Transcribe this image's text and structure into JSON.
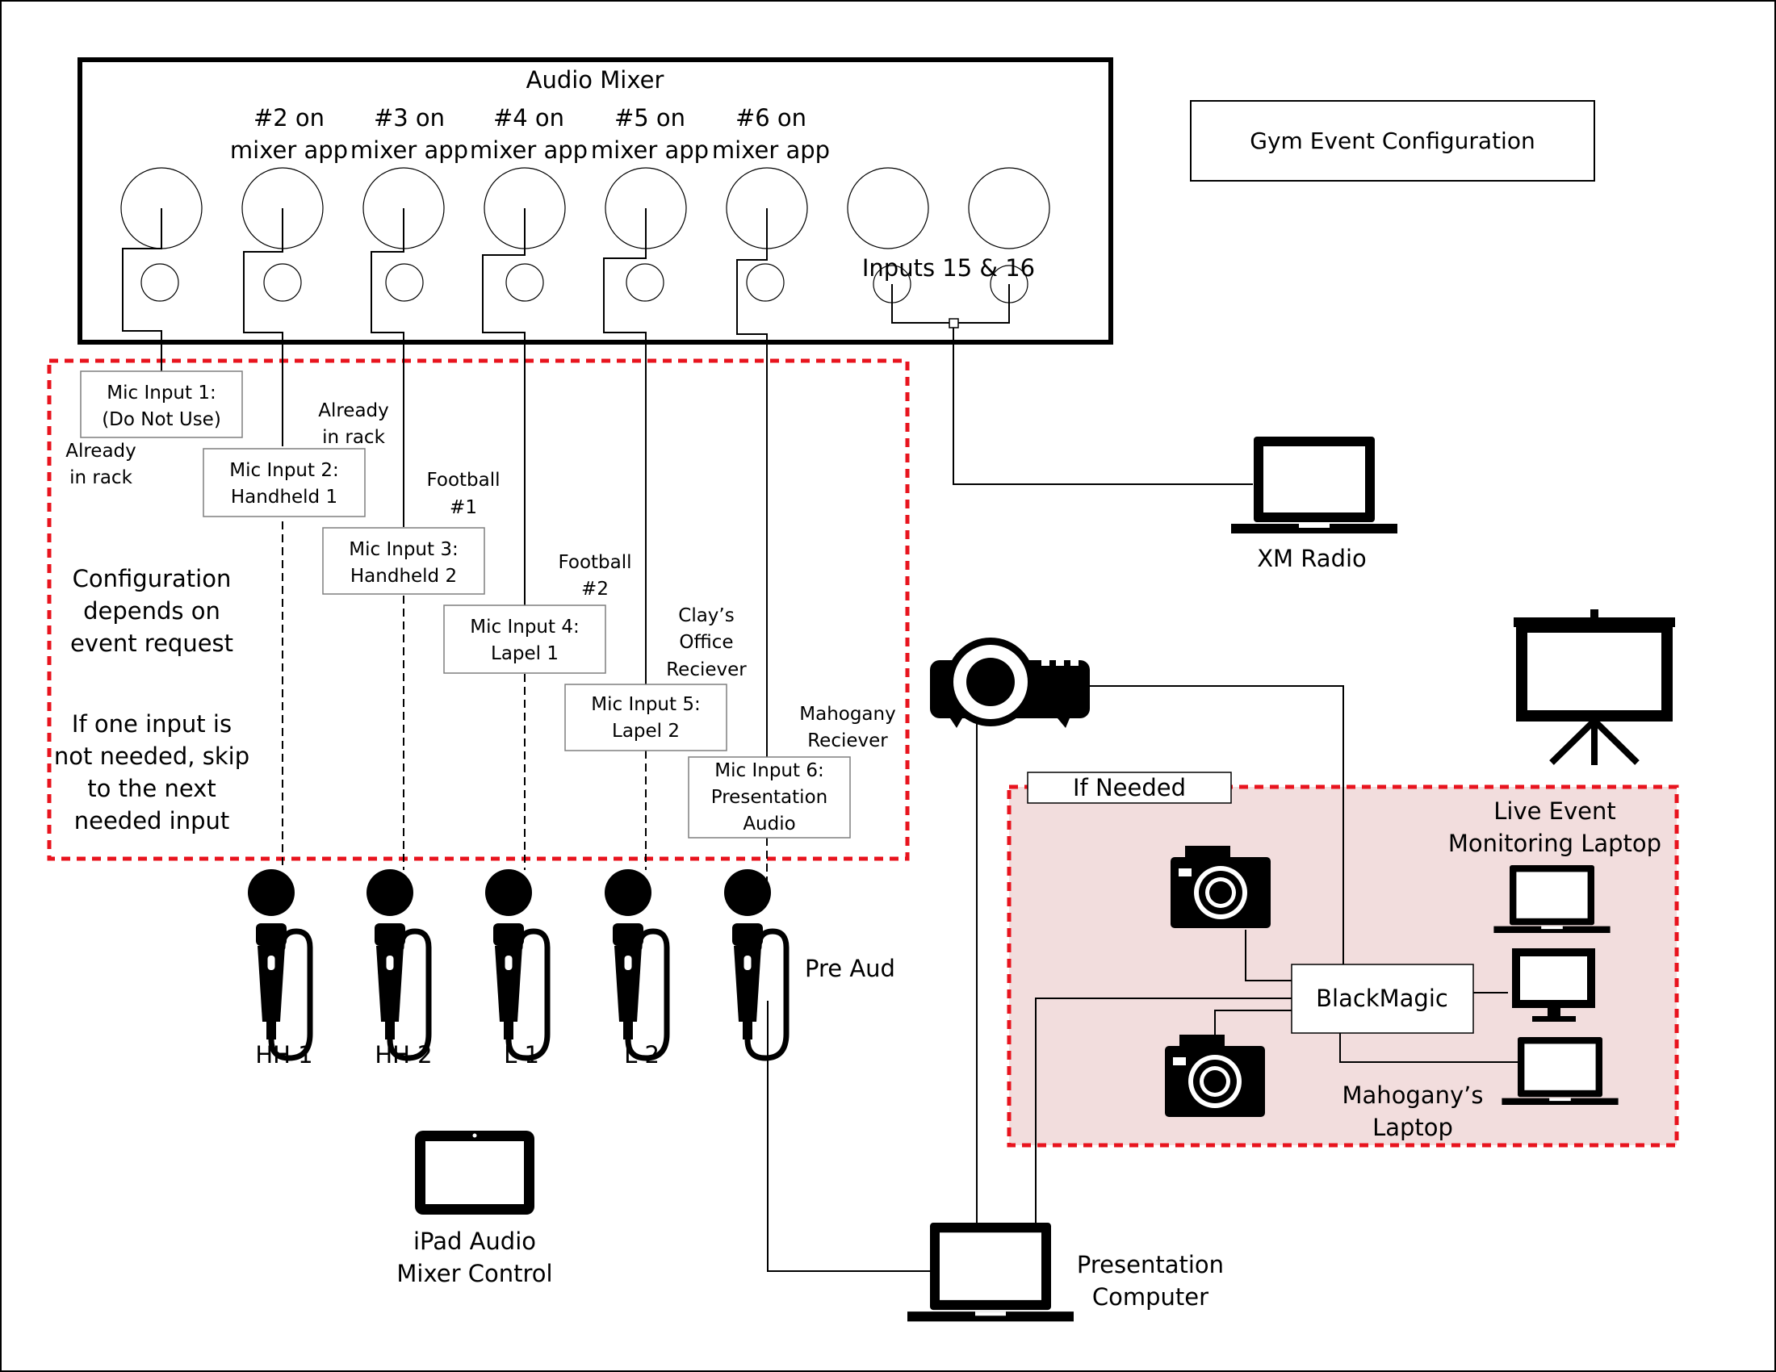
{
  "title": "Gym Event Configuration",
  "mixer": {
    "title": "Audio Mixer",
    "channels": [
      {
        "line1": "#2 on",
        "line2": "mixer app"
      },
      {
        "line1": "#3 on",
        "line2": "mixer app"
      },
      {
        "line1": "#4 on",
        "line2": "mixer app"
      },
      {
        "line1": "#5 on",
        "line2": "mixer app"
      },
      {
        "line1": "#6 on",
        "line2": "mixer app"
      }
    ],
    "inputs_label": "Inputs 15 & 16"
  },
  "mic_inputs": [
    {
      "line1": "Mic Input 1:",
      "line2": "(Do Not Use)",
      "line3": ""
    },
    {
      "line1": "Mic Input 2:",
      "line2": "Handheld 1",
      "line3": ""
    },
    {
      "line1": "Mic Input 3:",
      "line2": "Handheld 2",
      "line3": ""
    },
    {
      "line1": "Mic Input 4:",
      "line2": "Lapel 1",
      "line3": ""
    },
    {
      "line1": "Mic Input 5:",
      "line2": "Lapel 2",
      "line3": ""
    },
    {
      "line1": "Mic Input 6:",
      "line2": "Presentation",
      "line3": "Audio"
    }
  ],
  "receivers": [
    {
      "line1": "Already",
      "line2": "in rack",
      "line3": ""
    },
    {
      "line1": "Already",
      "line2": "in rack",
      "line3": ""
    },
    {
      "line1": "Football",
      "line2": "#1",
      "line3": ""
    },
    {
      "line1": "Football",
      "line2": "#2",
      "line3": ""
    },
    {
      "line1": "Clay’s",
      "line2": "Office",
      "line3": "Reciever"
    },
    {
      "line1": "Mahogany",
      "line2": "Reciever",
      "line3": ""
    }
  ],
  "notes": {
    "config": [
      "Configuration",
      "depends on",
      "event request"
    ],
    "skip": [
      "If one input is",
      "not needed, skip",
      "to the next",
      "needed input"
    ]
  },
  "mics": [
    {
      "label": "HH 1",
      "icon": "microphone-icon"
    },
    {
      "label": "HH 2",
      "icon": "microphone-icon"
    },
    {
      "label": "L 1",
      "icon": "microphone-icon"
    },
    {
      "label": "L 2",
      "icon": "microphone-icon"
    },
    {
      "label": "Pre Aud",
      "icon": "microphone-icon"
    }
  ],
  "devices": {
    "xm_radio": "XM Radio",
    "ipad": [
      "iPad Audio",
      "Mixer Control"
    ],
    "presentation": [
      "Presentation",
      "Computer"
    ],
    "blackmagic": "BlackMagic",
    "if_needed": "If Needed",
    "live_event": [
      "Live Event",
      "Monitoring Laptop"
    ],
    "mahogany_laptop": [
      "Mahogany’s",
      "Laptop"
    ]
  },
  "colors": {
    "line": "#000000",
    "dashed_boundary": "#e8141e",
    "if_needed_fill": "#f2dddd",
    "box_border": "#7f7f7f"
  }
}
